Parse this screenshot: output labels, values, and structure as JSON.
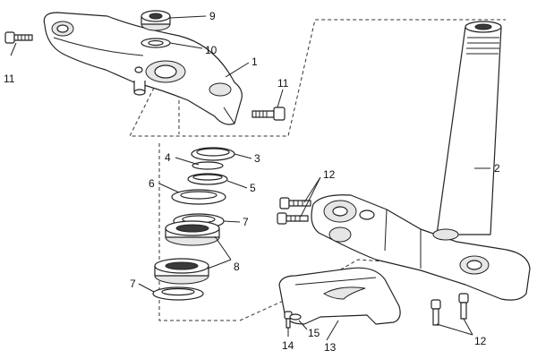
{
  "callouts": {
    "c1": "1",
    "c2": "2",
    "c3": "3",
    "c4": "4",
    "c5": "5",
    "c6": "6",
    "c7a": "7",
    "c7b": "7",
    "c8": "8",
    "c9": "9",
    "c10": "10",
    "c11a": "11",
    "c11b": "11",
    "c12a": "12",
    "c12b": "12",
    "c13": "13",
    "c14": "14",
    "c15": "15"
  }
}
